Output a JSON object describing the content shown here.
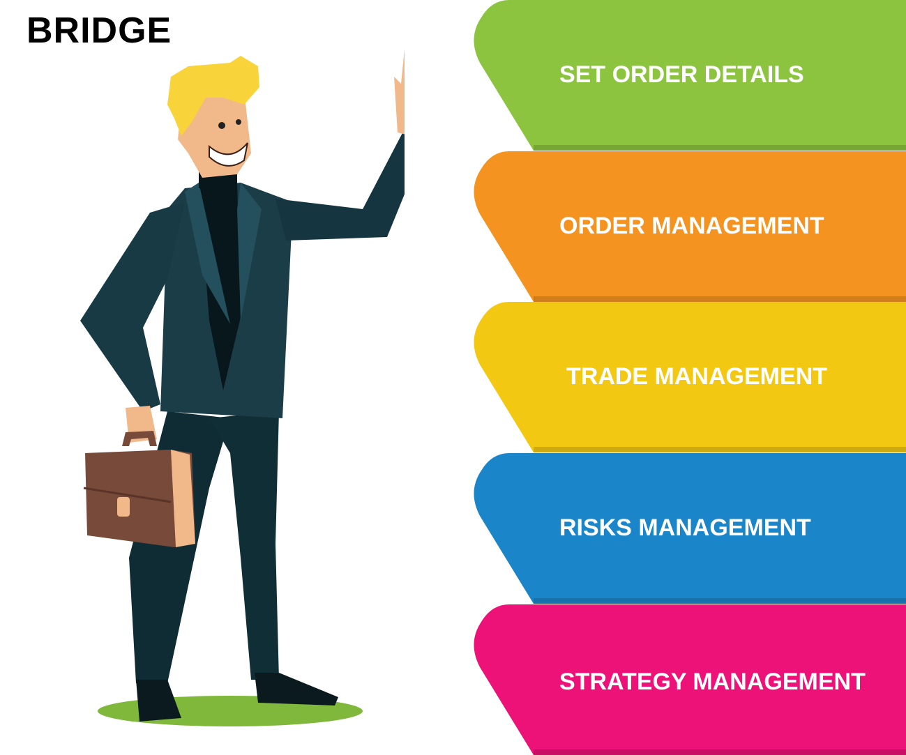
{
  "title": "BRIDGE",
  "steps": [
    {
      "label": "SET ORDER DETAILS",
      "color": "#8cc43f"
    },
    {
      "label": "ORDER MANAGEMENT",
      "color": "#f59321"
    },
    {
      "label": "TRADE MANAGEMENT",
      "color": "#f2c813"
    },
    {
      "label": "RISKS MANAGEMENT",
      "color": "#1a85c8"
    },
    {
      "label": "STRATEGY MANAGEMENT",
      "color": "#ed1277"
    }
  ],
  "illustration": {
    "subject": "businessman-waving",
    "colors": {
      "suit": "#153540",
      "hair": "#f8d33a",
      "skin": "#f1b88a",
      "briefcase": "#774a3a",
      "ground": "#7fb83b"
    }
  }
}
